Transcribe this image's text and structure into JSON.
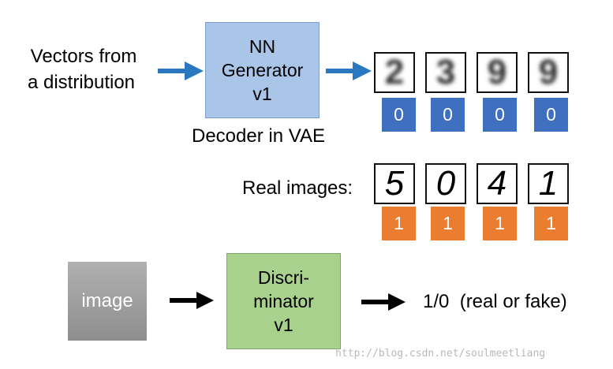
{
  "source": {
    "line1": "Vectors from",
    "line2": "a distribution"
  },
  "generator": {
    "line1": "NN",
    "line2": "Generator",
    "line3": "v1",
    "caption": "Decoder in VAE"
  },
  "generated_images": {
    "digits": [
      "2",
      "3",
      "9",
      "9"
    ],
    "labels": [
      "0",
      "0",
      "0",
      "0"
    ]
  },
  "real_images": {
    "caption": "Real images:",
    "digits": [
      "5",
      "0",
      "4",
      "1"
    ],
    "labels": [
      "1",
      "1",
      "1",
      "1"
    ]
  },
  "input_box": {
    "label": "image"
  },
  "discriminator": {
    "line1": "Discri-",
    "line2": "minator",
    "line3": "v1"
  },
  "output": {
    "text": "1/0  (real or fake)"
  },
  "watermark": "http://blog.csdn.net/soulmeetliang",
  "colors": {
    "generator_fill": "#a9c6e8",
    "discriminator_fill": "#a9d18e",
    "fake_label": "#3f6fbf",
    "real_label": "#ea7d2f",
    "blue_arrow": "#2a78c2",
    "black_arrow": "#000000"
  }
}
